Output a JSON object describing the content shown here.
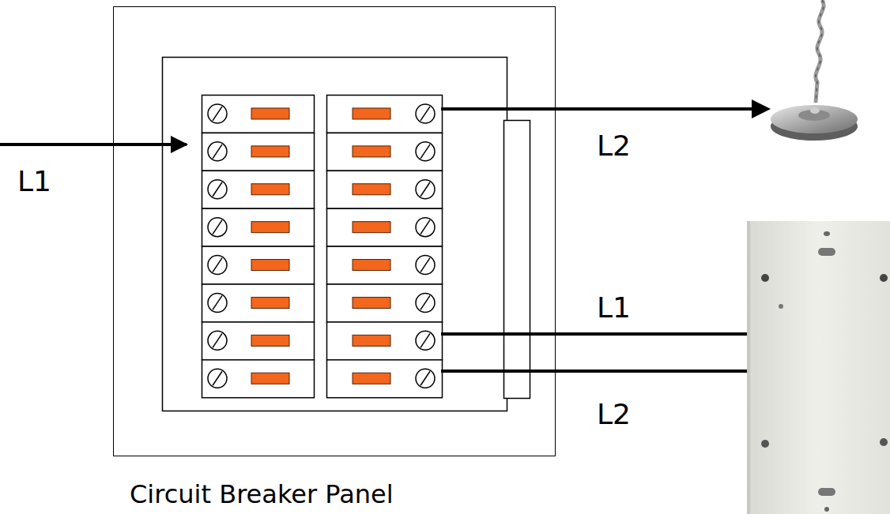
{
  "diagram": {
    "nodes": [
      {
        "text": [
          "Circuit Breaker Panel"
        ]
      }
    ],
    "labels": [
      "L1",
      "L2",
      "L1",
      "L2"
    ]
  }
}
